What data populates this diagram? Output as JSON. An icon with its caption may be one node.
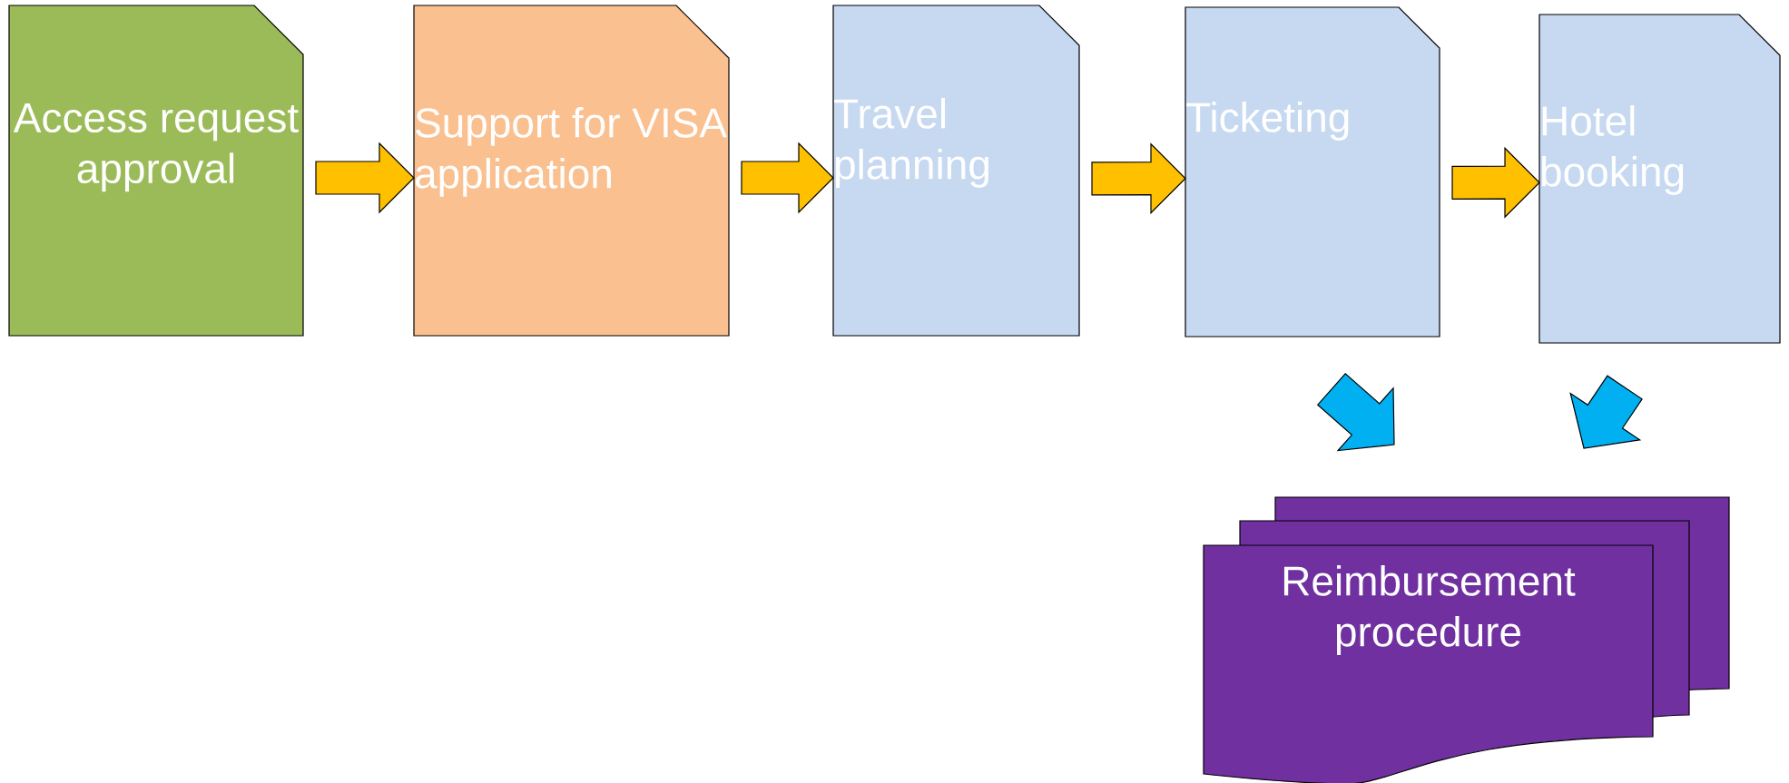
{
  "diagram": {
    "nodes": [
      {
        "text": [
          "Access request approval"
        ]
      },
      {
        "text": [
          "Support for VISA application"
        ]
      },
      {
        "text": [
          "Travel planning"
        ]
      },
      {
        "text": [
          "Ticketing"
        ]
      },
      {
        "text": [
          "Hotel booking"
        ]
      },
      {
        "text": [
          "Reimbursement procedure"
        ]
      }
    ],
    "edges": [
      {
        "from": 0,
        "to": 1,
        "arrow": "to"
      },
      {
        "from": 1,
        "to": 2,
        "arrow": "to"
      },
      {
        "from": 2,
        "to": 3,
        "arrow": "to"
      },
      {
        "from": 3,
        "to": 4,
        "arrow": "to"
      },
      {
        "from": 3,
        "to": 5,
        "arrow": "to",
        "color": "#00b0f0"
      },
      {
        "from": 4,
        "to": 5,
        "arrow": "to",
        "color": "#00b0f0"
      }
    ]
  }
}
